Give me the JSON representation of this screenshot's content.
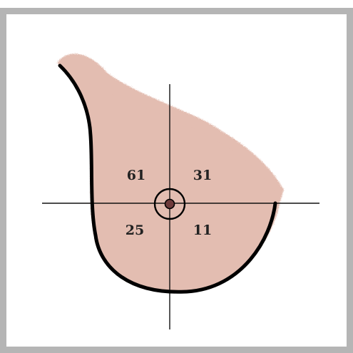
{
  "diagram": {
    "quadrants": {
      "upper_left": "61",
      "upper_right": "31",
      "lower_left": "25",
      "lower_right": "11"
    }
  },
  "colors": {
    "frame": "#b5b5b5",
    "fill": "#e3bdb1",
    "outline": "#000000",
    "crosshair": "#111111",
    "nipple_dot": "#6e3b3b",
    "text": "#222222"
  }
}
